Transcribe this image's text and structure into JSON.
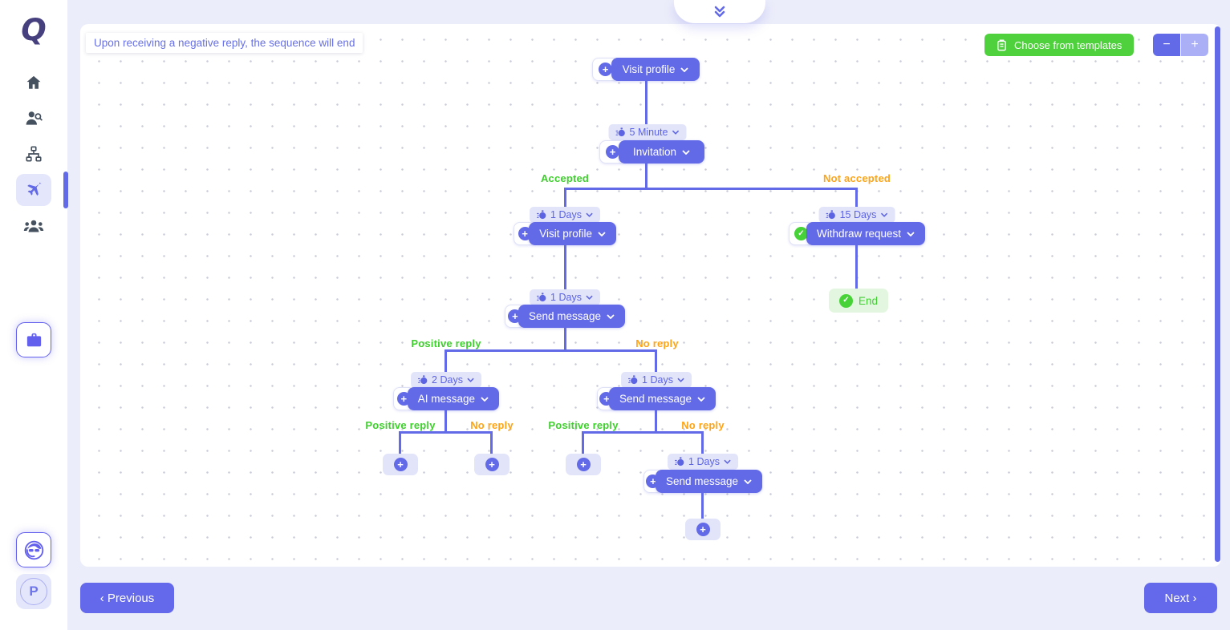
{
  "colors": {
    "accent": "#636ae8",
    "success_green": "#3ed02c",
    "warning_orange": "#ffa415",
    "templates_button_green": "#4ed13c",
    "end_chip_bg": "#e3f7e0"
  },
  "sidebar": {
    "logo_text": "Q",
    "icon_names": [
      "home-icon",
      "prospect-search-icon",
      "org-structure-icon",
      "campaign-plane-icon",
      "community-users-icon",
      "briefcase-icon",
      "support-avatar-icon"
    ],
    "p_badge_text": "P"
  },
  "canvas": {
    "banner_text": "Upon receiving a negative reply, the sequence will end",
    "templates_button_label": "Choose from templates",
    "zoom_out_label": "−",
    "zoom_in_label": "+"
  },
  "flow": {
    "nodes": {
      "visit_profile_top": "Visit profile",
      "invitation": "Invitation",
      "visit_profile_2": "Visit profile",
      "send_message_1": "Send message",
      "ai_message": "AI message",
      "send_message_2": "Send message",
      "send_message_3": "Send message",
      "withdraw_request": "Withdraw request"
    },
    "delays": {
      "after_start": "5 Minute",
      "accepted_wait": "1 Days",
      "before_send_1": "1 Days",
      "positive_wait": "2 Days",
      "no_reply_wait": "1 Days",
      "final_wait": "1 Days",
      "not_accepted_wait": "15 Days"
    },
    "branch_labels": {
      "accepted": "Accepted",
      "not_accepted": "Not accepted",
      "positive_reply": "Positive reply",
      "no_reply": "No reply"
    },
    "end_label": "End"
  },
  "footer": {
    "previous_label": "‹ Previous",
    "next_label": "Next ›"
  }
}
